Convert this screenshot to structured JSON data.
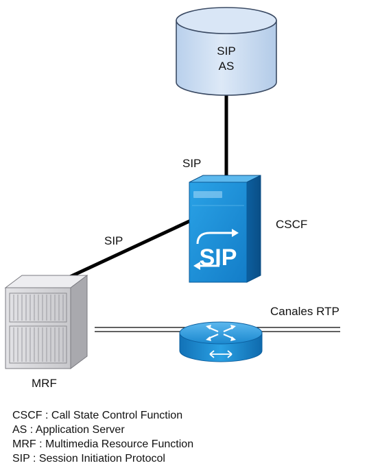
{
  "diagram": {
    "sip_as": {
      "line1": "SIP",
      "line2": "AS"
    },
    "cscf_label": "CSCF",
    "cscf_badge": "SIP",
    "mrf_label": "MRF",
    "link_as_cscf": "SIP",
    "link_mrf_cscf": "SIP",
    "rtp_label": "Canales RTP"
  },
  "legend": [
    "CSCF : Call State Control Function",
    "AS : Application Server",
    "MRF : Multimedia Resource Function",
    "SIP : Session Initiation Protocol"
  ],
  "colors": {
    "cylinder_fill": "#cfe0f4",
    "cylinder_stroke": "#3a4a63",
    "server_blue": "#1f8fd6",
    "server_dark": "#0b5fa3",
    "router_blue": "#1f94d8",
    "mrf_gray": "#d5d5d8",
    "link": "#000000"
  },
  "icons": {
    "sip_as": "database-cylinder-icon",
    "cscf": "sip-proxy-server-icon",
    "mrf": "media-server-chassis-icon",
    "router": "router-icon"
  }
}
